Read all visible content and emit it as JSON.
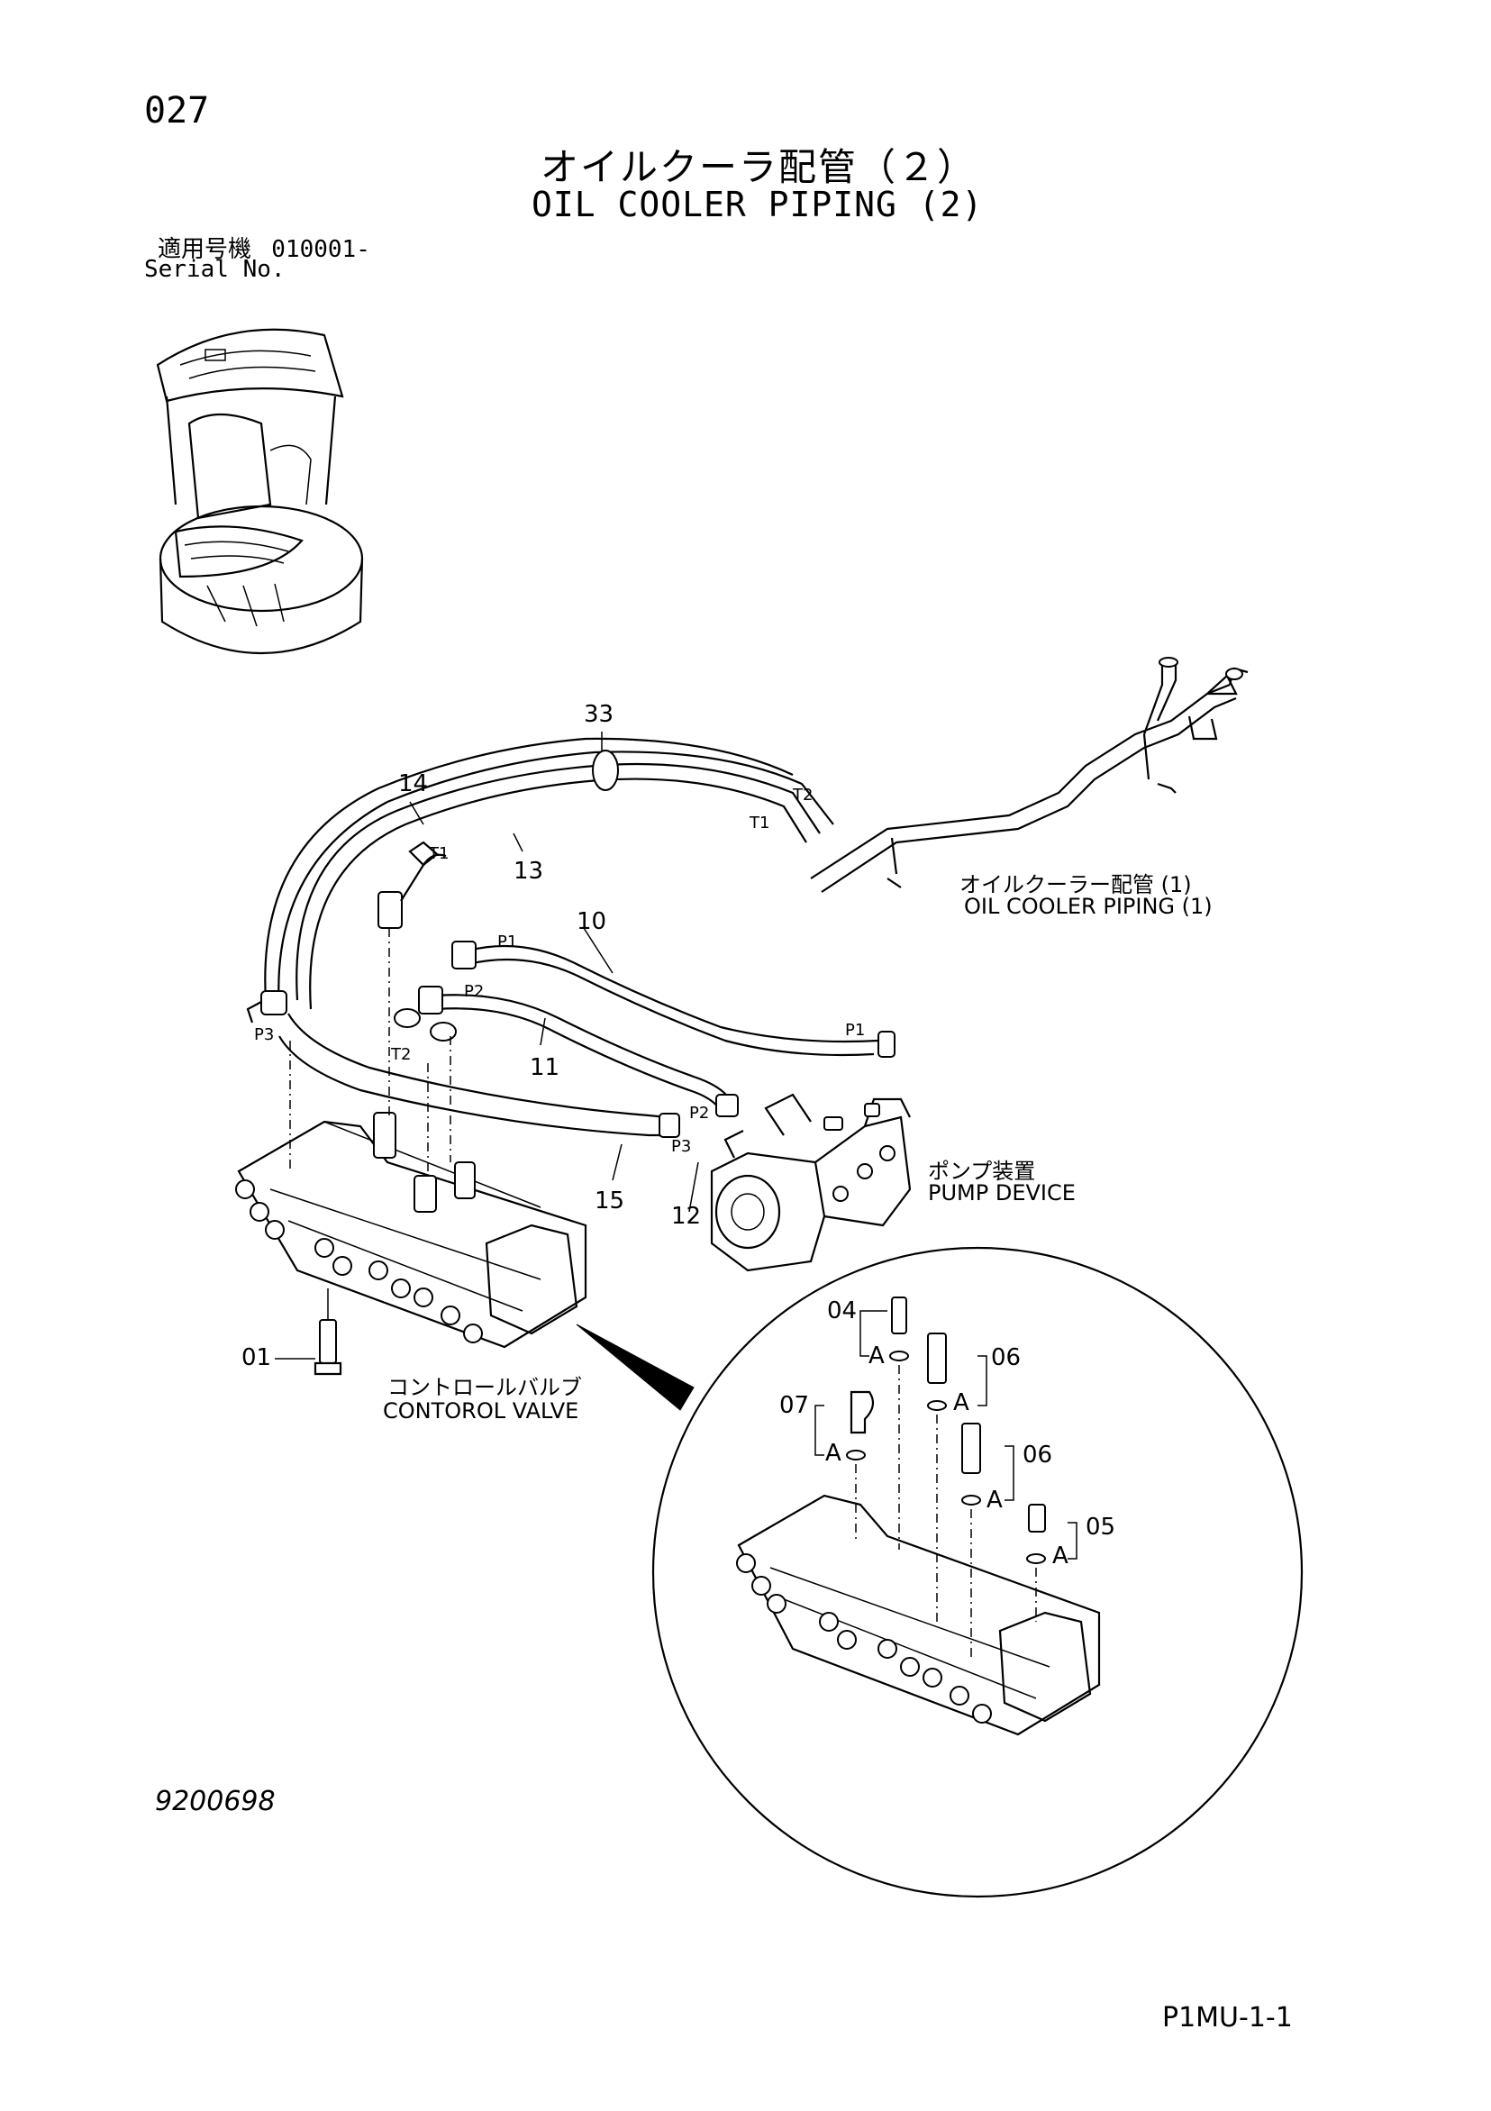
{
  "header": {
    "page_no": "027",
    "title_jp": "オイルクーラ配管（２）",
    "title_en": "OIL COOLER PIPING (2)",
    "serial_label_jp": "適用号機",
    "serial_value": "010001-",
    "serial_label_en": "Serial No."
  },
  "labels": {
    "piping1_jp": "オイルクーラー配管 (1)",
    "piping1_en": "OIL COOLER PIPING (1)",
    "pump_jp": "ポンプ装置",
    "pump_en": "PUMP DEVICE",
    "valve_jp": "コントロールバルブ",
    "valve_en": "CONTOROL VALVE"
  },
  "callouts": [
    {
      "id": "33",
      "text": "33"
    },
    {
      "id": "14",
      "text": "14"
    },
    {
      "id": "13",
      "text": "13"
    },
    {
      "id": "10",
      "text": "10"
    },
    {
      "id": "11",
      "text": "11"
    },
    {
      "id": "15",
      "text": "15"
    },
    {
      "id": "12",
      "text": "12"
    },
    {
      "id": "01",
      "text": "01"
    },
    {
      "id": "04",
      "text": "04"
    },
    {
      "id": "06a",
      "text": "06"
    },
    {
      "id": "07",
      "text": "07"
    },
    {
      "id": "06b",
      "text": "06"
    },
    {
      "id": "05",
      "text": "05"
    }
  ],
  "ports": {
    "t1_top": "T1",
    "t2_top": "T2",
    "t1_hose": "T1",
    "t2_valve": "T2",
    "p1_top": "P1",
    "p2_top": "P2",
    "p3_left": "P3",
    "p1_pump": "P1",
    "p2_pump": "P2",
    "p3_pump": "P3",
    "a1": "A",
    "a2": "A",
    "a3": "A",
    "a4": "A",
    "a5": "A"
  },
  "footer": {
    "drawing_no": "9200698",
    "page_code": "P1MU-1-1"
  }
}
